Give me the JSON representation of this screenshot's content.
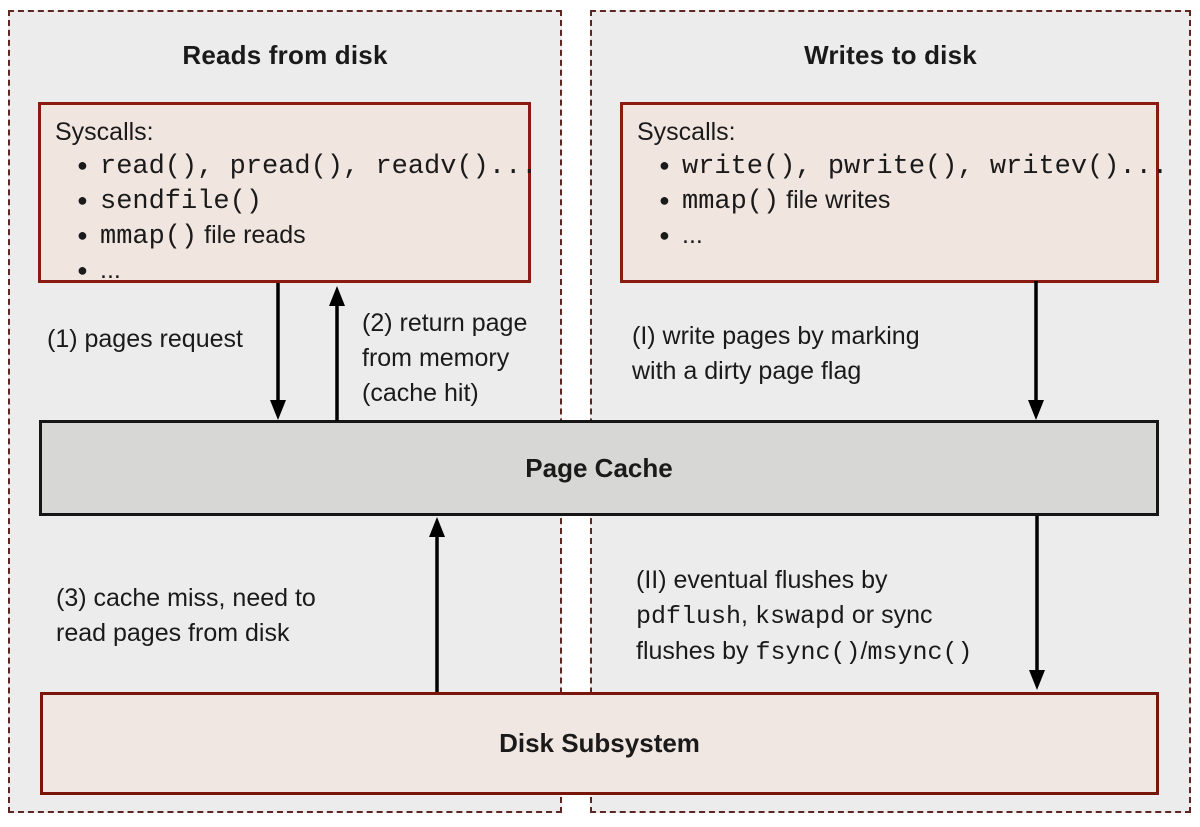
{
  "colors": {
    "page_bg": "#ffffff",
    "panel_bg": "#ececec",
    "panel_border": "#5c2723",
    "box_fill": "#f1e5e0",
    "box_border": "#8b1a10",
    "cache_fill": "#d7d7d6",
    "cache_border": "#161616",
    "disk_fill": "#f1e7e2",
    "disk_border": "#7a150c",
    "text": "#1a1a1a",
    "arrow": "#000000"
  },
  "reads": {
    "title": "Reads from disk",
    "syscalls_heading": "Syscalls:",
    "syscalls_items": [
      [
        {
          "t": "read(), pread(), readv()...",
          "mono": true
        }
      ],
      [
        {
          "t": "sendfile()",
          "mono": true
        }
      ],
      [
        {
          "t": "mmap()",
          "mono": true
        },
        {
          "t": " file reads"
        }
      ],
      [
        {
          "t": "..."
        }
      ]
    ],
    "labels": {
      "pages_request": [
        [
          {
            "t": "(1) pages request"
          }
        ]
      ],
      "return_page": [
        [
          {
            "t": "(2) return page"
          }
        ],
        [
          {
            "t": "from memory"
          }
        ],
        [
          {
            "t": "(cache hit)"
          }
        ]
      ],
      "cache_miss": [
        [
          {
            "t": "(3) cache miss, need to"
          }
        ],
        [
          {
            "t": "read pages from disk"
          }
        ]
      ]
    }
  },
  "writes": {
    "title": "Writes to disk",
    "syscalls_heading": "Syscalls:",
    "syscalls_items": [
      [
        {
          "t": "write(), pwrite(), writev()...",
          "mono": true
        }
      ],
      [
        {
          "t": "mmap()",
          "mono": true
        },
        {
          "t": " file writes"
        }
      ],
      [
        {
          "t": "..."
        }
      ]
    ],
    "labels": {
      "dirty_flag": [
        [
          {
            "t": "(I) write pages by marking"
          }
        ],
        [
          {
            "t": "with a dirty page flag"
          }
        ]
      ],
      "flush": [
        [
          {
            "t": "(II) eventual flushes by"
          }
        ],
        [
          {
            "t": "pdflush",
            "mono": true
          },
          {
            "t": ", "
          },
          {
            "t": "kswapd",
            "mono": true
          },
          {
            "t": " or sync"
          }
        ],
        [
          {
            "t": "flushes by "
          },
          {
            "t": "fsync()",
            "mono": true
          },
          {
            "t": "/"
          },
          {
            "t": "msync()",
            "mono": true
          }
        ]
      ]
    }
  },
  "page_cache_label": "Page Cache",
  "disk_label": "Disk Subsystem"
}
